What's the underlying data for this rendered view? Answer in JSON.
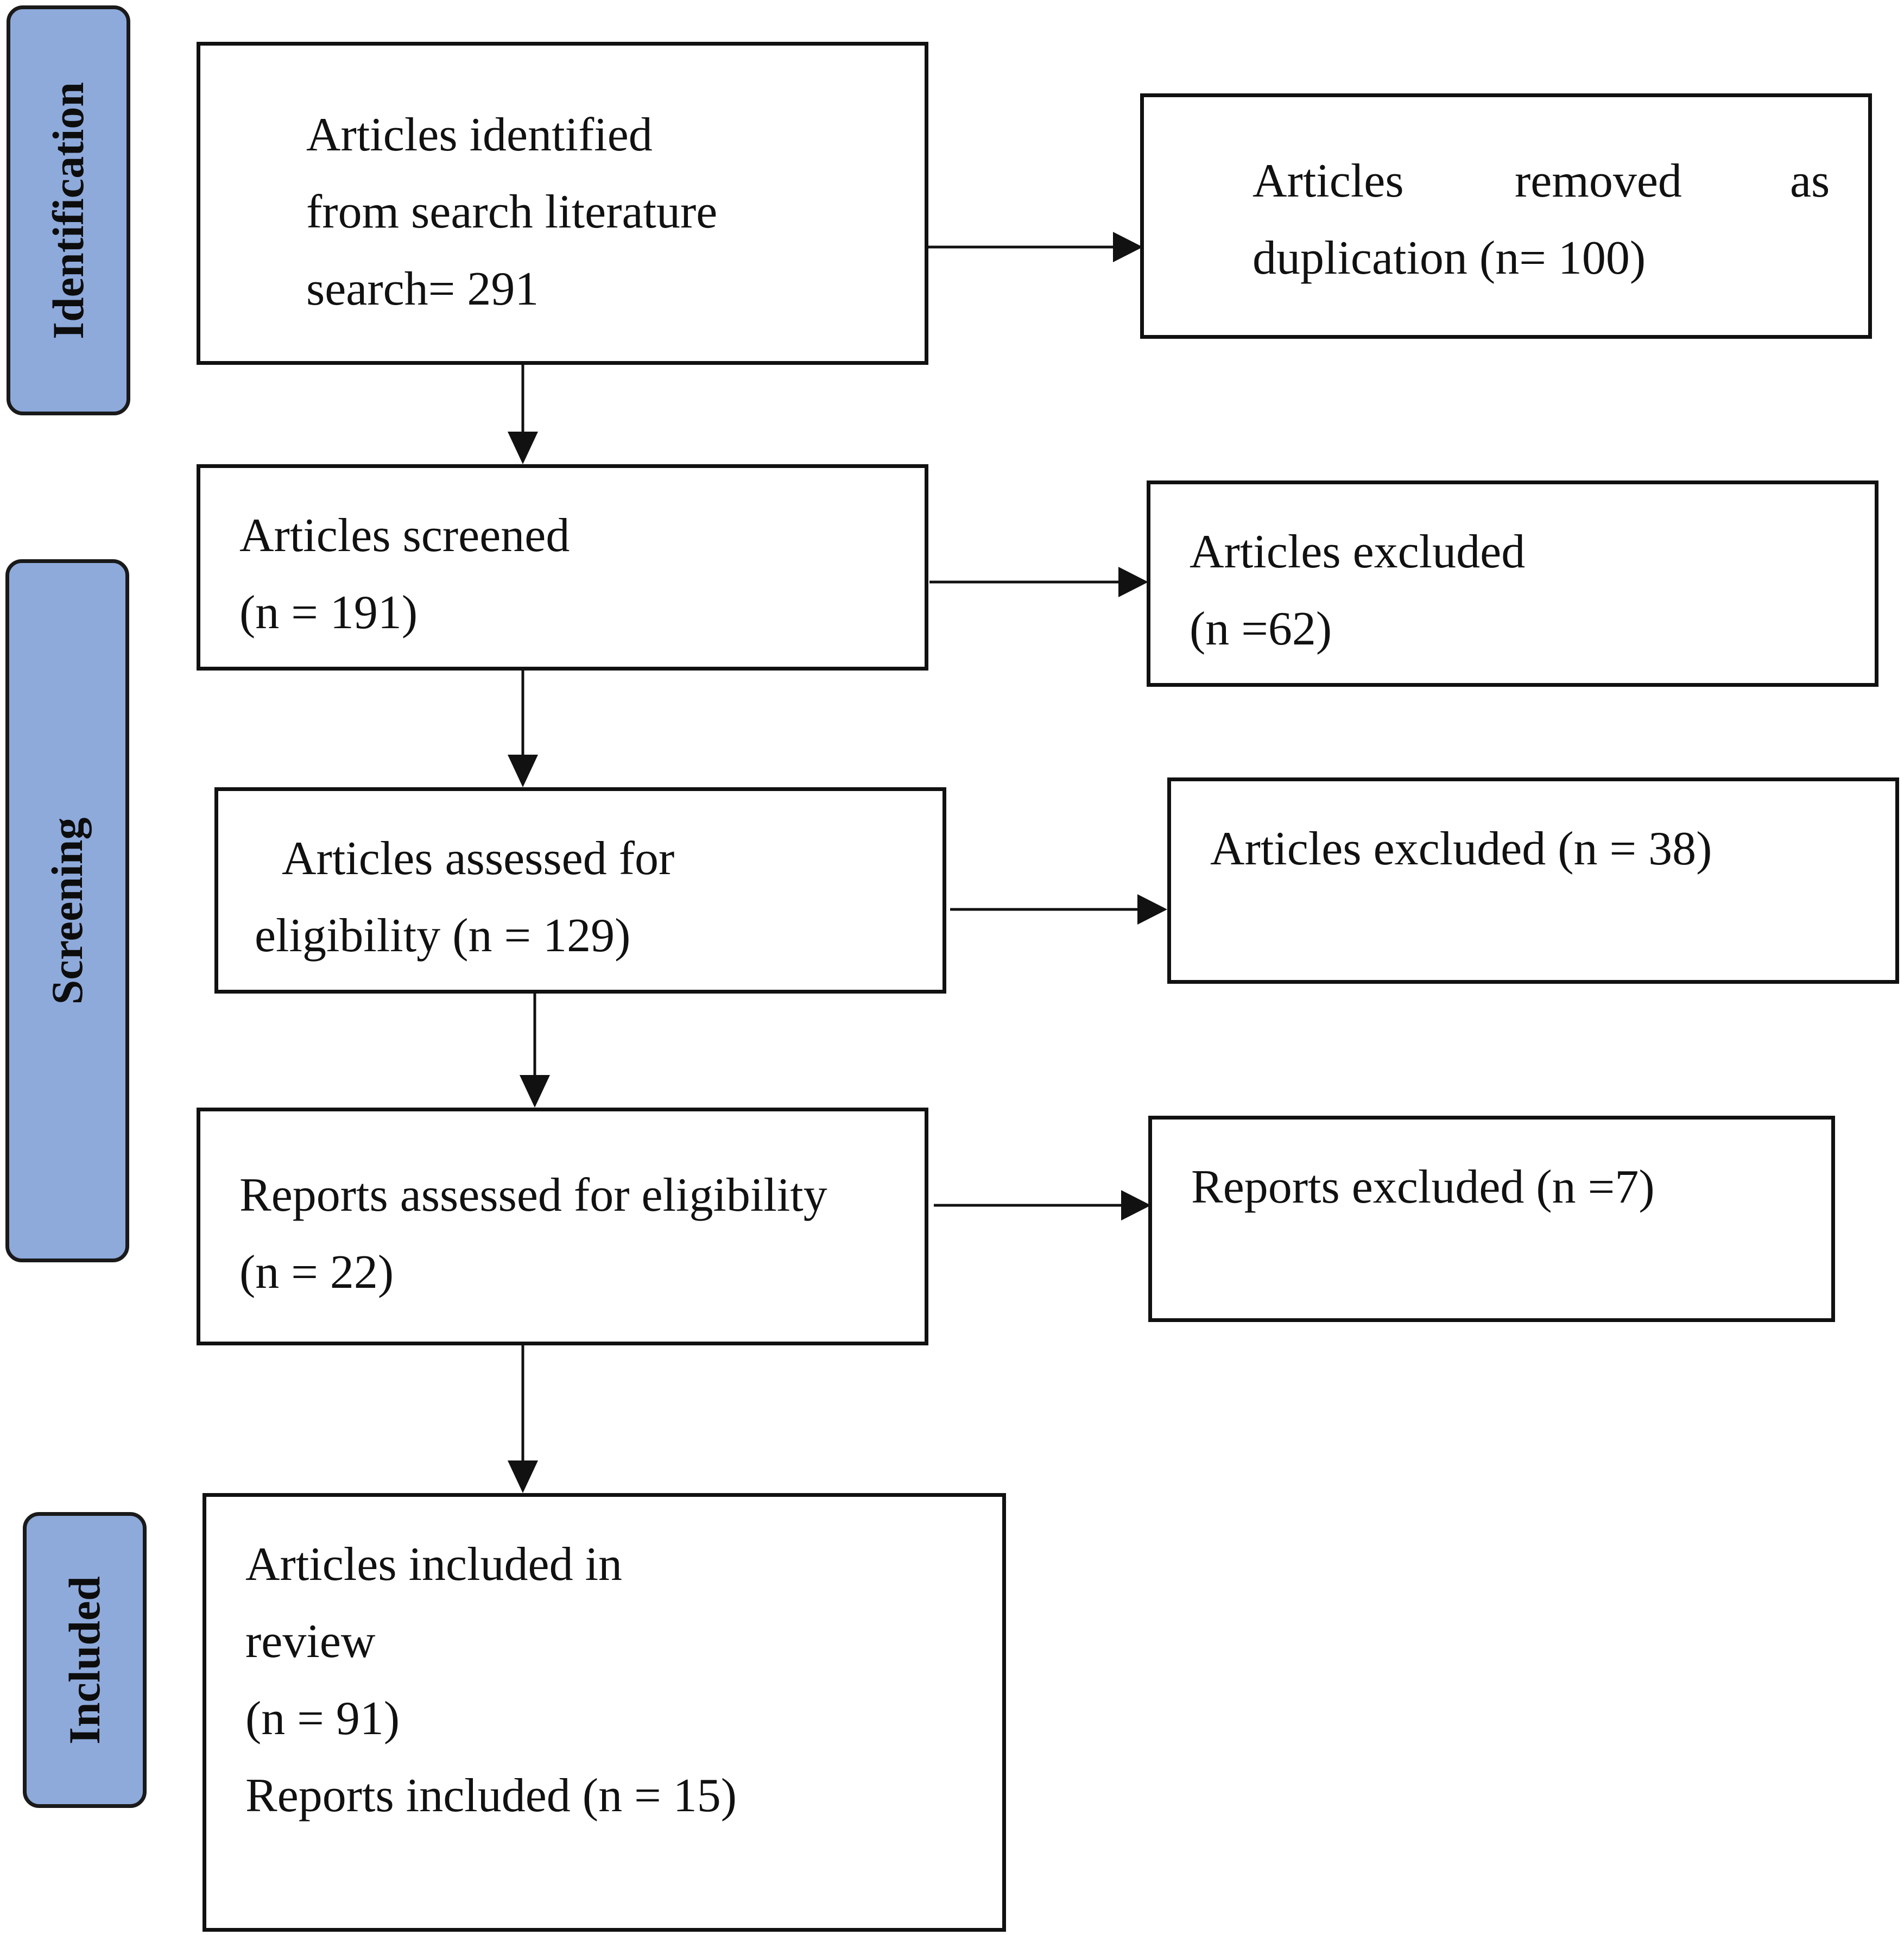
{
  "phases": {
    "identification": "Identification",
    "screening": "Screening",
    "included": "Included"
  },
  "boxes": {
    "identified": [
      "Articles identified",
      "from search literature",
      "search= 291"
    ],
    "duplicates": [
      "Articles",
      "removed",
      "as",
      "duplication (n= 100)"
    ],
    "screened": [
      "Articles screened",
      "(n = 191)"
    ],
    "excluded_screen": [
      "Articles excluded",
      "(n =62)"
    ],
    "assessed": [
      "Articles assessed for",
      "eligibility (n = 129)"
    ],
    "excluded_assessed": [
      "Articles excluded (n = 38)"
    ],
    "reports_assessed": [
      "Reports assessed for eligibility",
      "(n = 22)"
    ],
    "reports_excluded": [
      "Reports excluded (n =7)"
    ],
    "included": [
      "Articles included in",
      "review",
      "(n = 91)",
      "Reports included (n = 15)"
    ]
  },
  "colors": {
    "phase_fill": "#8eaadb",
    "line": "#111111"
  }
}
